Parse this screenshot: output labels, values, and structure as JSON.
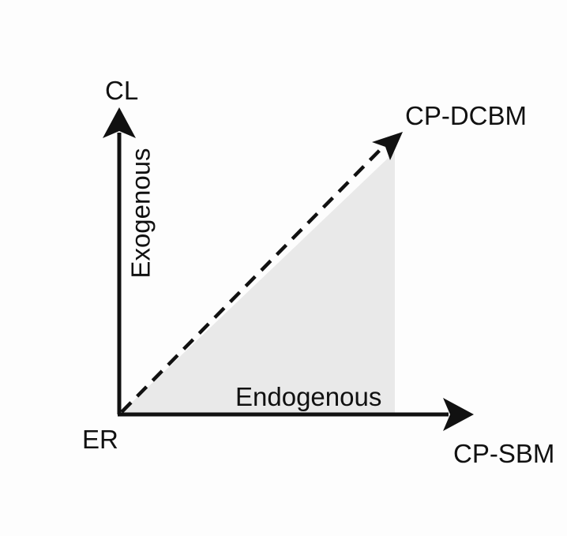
{
  "diagram": {
    "nodes": {
      "origin": "ER",
      "top": "CL",
      "diagonal": "CP-DCBM",
      "right": "CP-SBM"
    },
    "axes": {
      "vertical": "Exogenous",
      "horizontal": "Endogenous"
    },
    "colors": {
      "line": "#111111",
      "region_fill": "#e9e9e9",
      "background": "#fdfdfd"
    }
  }
}
